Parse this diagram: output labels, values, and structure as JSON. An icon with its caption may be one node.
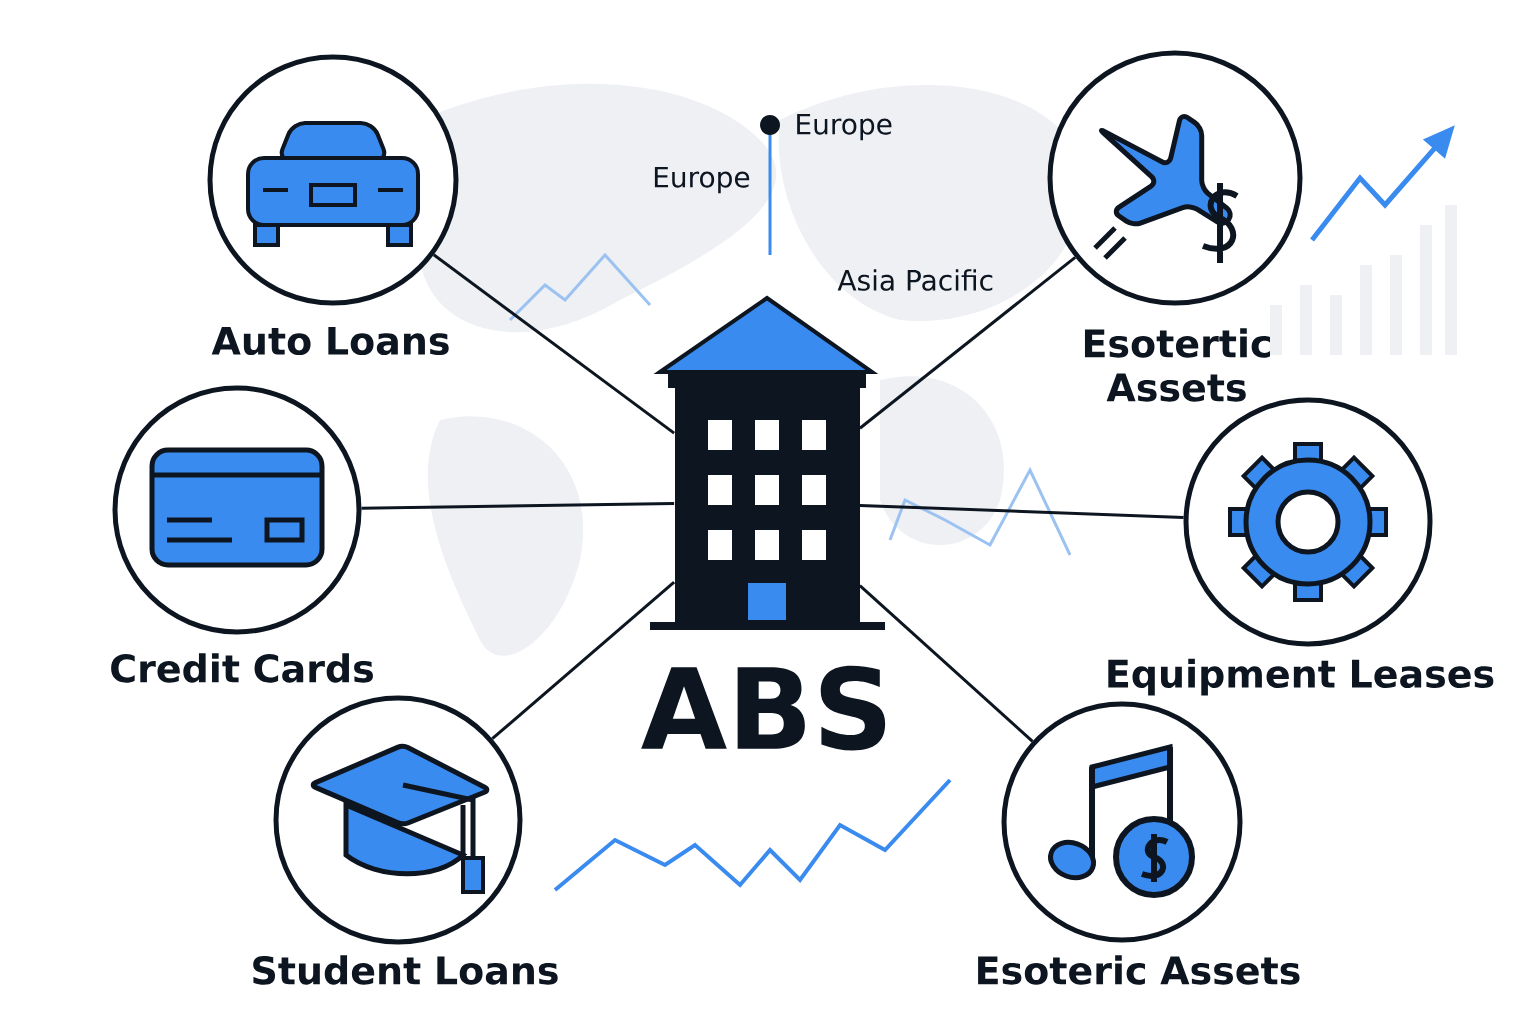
{
  "diagram": {
    "nodes": [
      {
        "text": [
          "ABS"
        ]
      },
      {
        "text": [
          "Auto Loans"
        ]
      },
      {
        "text": [
          "Credit Cards"
        ]
      },
      {
        "text": [
          "Student Loans"
        ]
      },
      {
        "text": [
          "Esotertic Assets"
        ]
      },
      {
        "text": [
          "Equipment Leases"
        ]
      },
      {
        "text": [
          "Esoteric Assets"
        ]
      }
    ],
    "edges": [
      {
        "from": 1,
        "to": 0,
        "arrow": "none"
      },
      {
        "from": 2,
        "to": 0,
        "arrow": "none"
      },
      {
        "from": 3,
        "to": 0,
        "arrow": "none"
      },
      {
        "from": 4,
        "to": 0,
        "arrow": "none"
      },
      {
        "from": 5,
        "to": 0,
        "arrow": "none"
      },
      {
        "from": 6,
        "to": 0,
        "arrow": "none"
      }
    ],
    "labels": [
      "Europe",
      "Europe",
      "Asia Pacific"
    ]
  }
}
